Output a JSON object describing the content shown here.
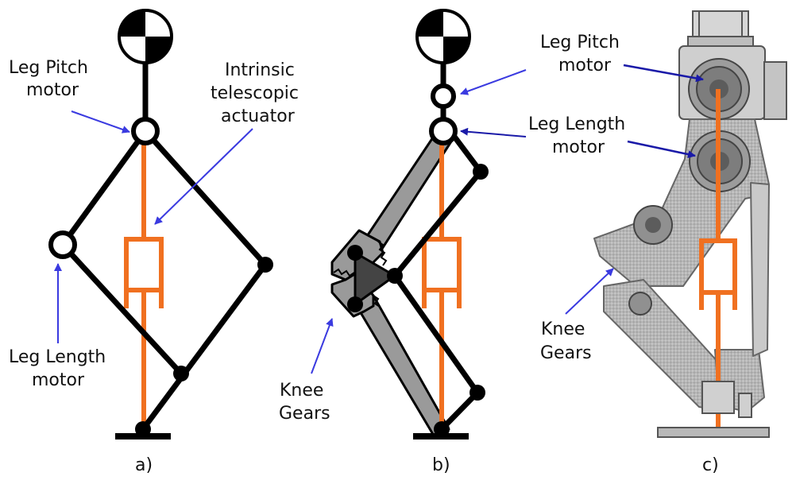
{
  "panel_a": {
    "caption": "a)",
    "labels": {
      "leg_pitch_motor_1": "Leg Pitch",
      "leg_pitch_motor_2": "motor",
      "intrinsic_1": "Intrinsic",
      "intrinsic_2": "telescopic",
      "intrinsic_3": "actuator",
      "leg_length_motor_1": "Leg Length",
      "leg_length_motor_2": "motor"
    }
  },
  "panel_b": {
    "caption": "b)",
    "labels": {
      "knee_gears_1": "Knee",
      "knee_gears_2": "Gears"
    }
  },
  "panel_c": {
    "caption": "c)",
    "labels": {
      "leg_pitch_motor_1": "Leg Pitch",
      "leg_pitch_motor_2": "motor",
      "leg_length_motor_1": "Leg Length",
      "leg_length_motor_2": "motor",
      "knee_gears_1": "Knee",
      "knee_gears_2": "Gears"
    }
  },
  "colors": {
    "actuator": "#f07020",
    "link": "#000000",
    "arrow": "#3a3ae0",
    "gear_fill": "#999999",
    "carbon": "#b8b8b8"
  }
}
